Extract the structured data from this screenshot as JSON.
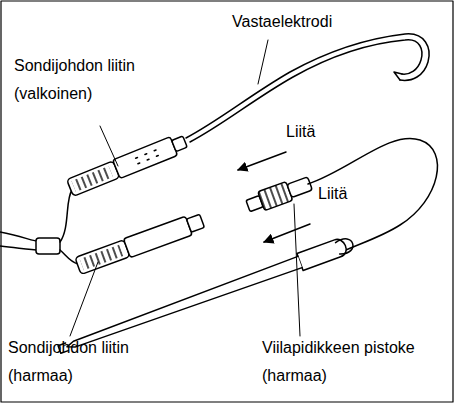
{
  "diagram": {
    "labels": [
      "Vastaelektrodi",
      "Sondijohdon liitin (valkoinen)",
      "Liitä",
      "Liitä",
      "Sondijohdon liitin (harmaa)",
      "Viilapidikkeen pistoke (harmaa)"
    ]
  }
}
